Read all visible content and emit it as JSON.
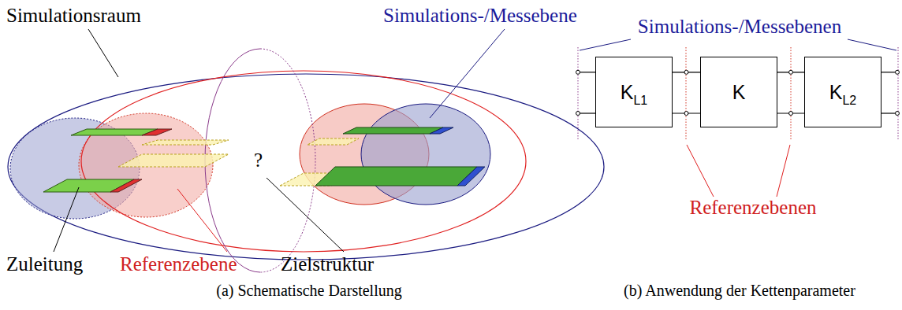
{
  "diagram": {
    "nodes": [
      {
        "text": [
          "K",
          "L1"
        ]
      },
      {
        "text": [
          "K"
        ]
      },
      {
        "text": [
          "K",
          "L2"
        ]
      }
    ],
    "edges": [
      {
        "from": 0,
        "to": 1,
        "arrow": "none"
      },
      {
        "from": 1,
        "to": 2,
        "arrow": "none"
      }
    ],
    "labels": [
      "Simulationsraum",
      "Simulations-/Messebene",
      "?",
      "Zuleitung",
      "Referenzebene",
      "Zielstruktur",
      "(a) Schematische Darstellung",
      "Simulations-/Messebenen",
      "Referenzebenen",
      "(b) Anwendung der Kettenparameter"
    ]
  }
}
